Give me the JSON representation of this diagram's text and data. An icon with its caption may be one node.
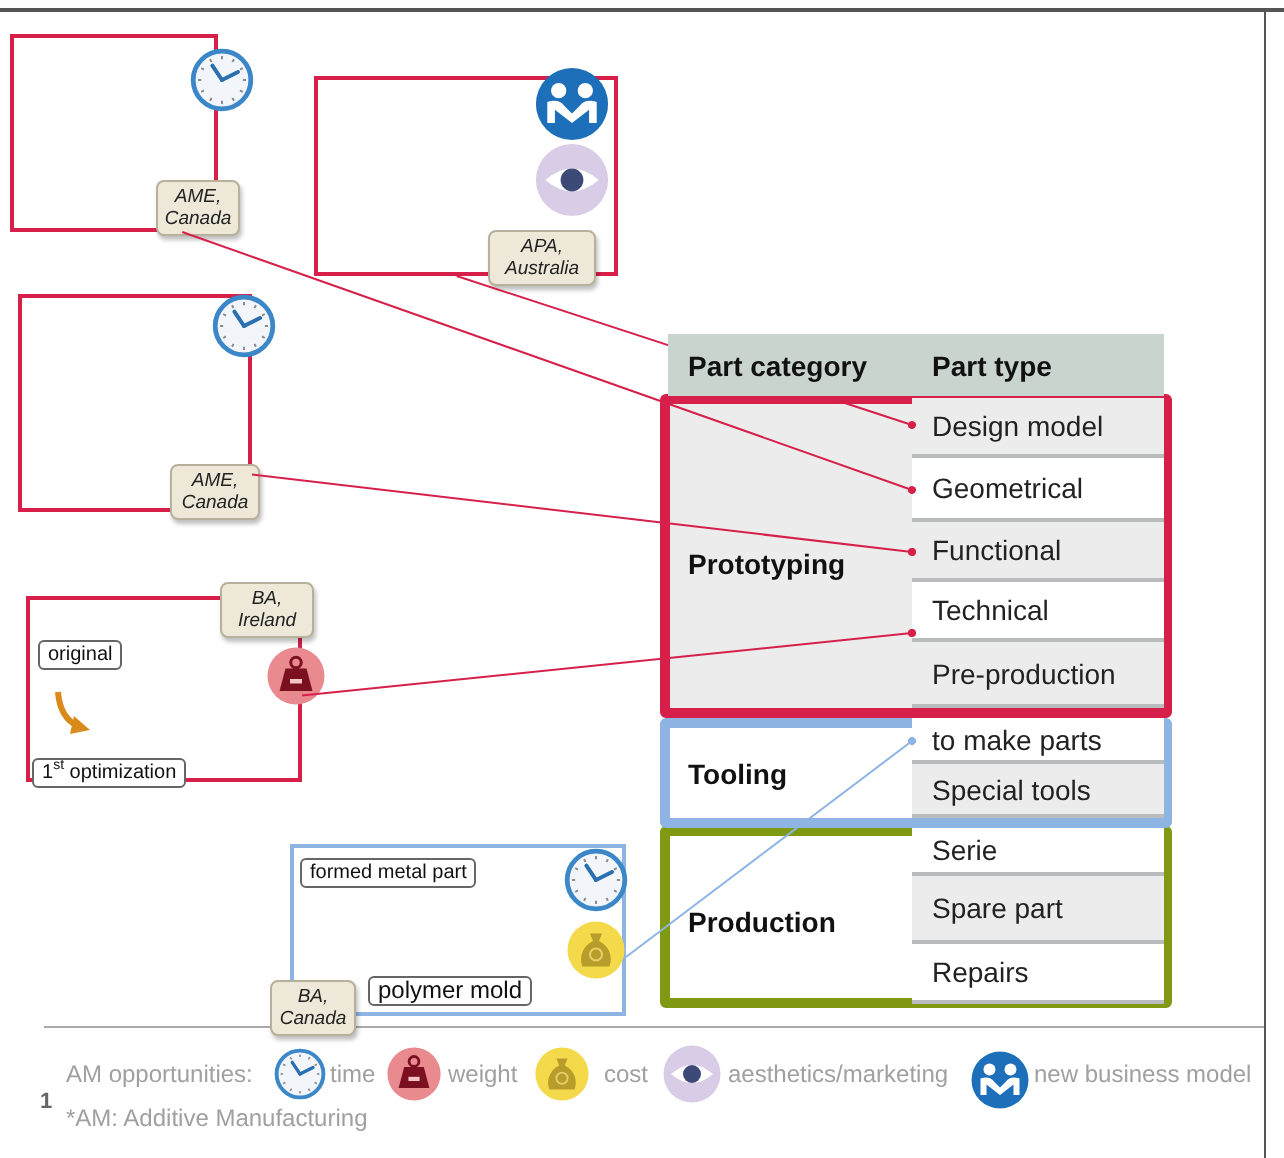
{
  "diagram": {
    "nodes": [
      {
        "text": [
          "AME, Canada"
        ]
      },
      {
        "text": [
          "APA, Australia"
        ]
      },
      {
        "text": [
          "AME, Canada"
        ]
      },
      {
        "text": [
          "BA, Ireland",
          "original",
          "1$^{st}$ optimization"
        ]
      },
      {
        "text": [
          "formed metal part",
          "BA, Canada",
          "polymer mold"
        ]
      },
      {
        "text": [
          "Prototyping"
        ]
      },
      {
        "text": [
          "Design model"
        ],
        "in": 5
      },
      {
        "text": [
          "Geometrical"
        ],
        "in": 5
      },
      {
        "text": [
          "Functional"
        ],
        "in": 5
      },
      {
        "text": [
          "Technical"
        ],
        "in": 5
      },
      {
        "text": [
          "Pre-production"
        ],
        "in": 5
      },
      {
        "text": [
          "Tooling"
        ]
      },
      {
        "text": [
          "to make parts"
        ],
        "in": 11
      },
      {
        "text": [
          "Special tools"
        ],
        "in": 11
      },
      {
        "text": [
          "Production"
        ]
      },
      {
        "text": [
          "Serie"
        ],
        "in": 14
      },
      {
        "text": [
          "Spare part"
        ],
        "in": 14
      },
      {
        "text": [
          "Repairs"
        ],
        "in": 14
      }
    ],
    "edges": [
      {
        "from": 1,
        "to": 6,
        "arrow": "other"
      },
      {
        "from": 0,
        "to": 7,
        "arrow": "other"
      },
      {
        "from": 2,
        "to": 8,
        "arrow": "other"
      },
      {
        "from": 3,
        "to": 9,
        "arrow": "other"
      },
      {
        "from": 4,
        "to": 12,
        "arrow": "other",
        "color": "#8eb4e3"
      }
    ],
    "labels": [
      "Part category",
      "Part type",
      "AM opportunities:",
      "1",
      "*AM: Additive Manufacturing"
    ],
    "legend": [
      {
        "text": "time"
      },
      {
        "text": "weight"
      },
      {
        "text": "cost"
      },
      {
        "text": "aesthetics/marketing"
      },
      {
        "text": "new business model"
      }
    ]
  }
}
